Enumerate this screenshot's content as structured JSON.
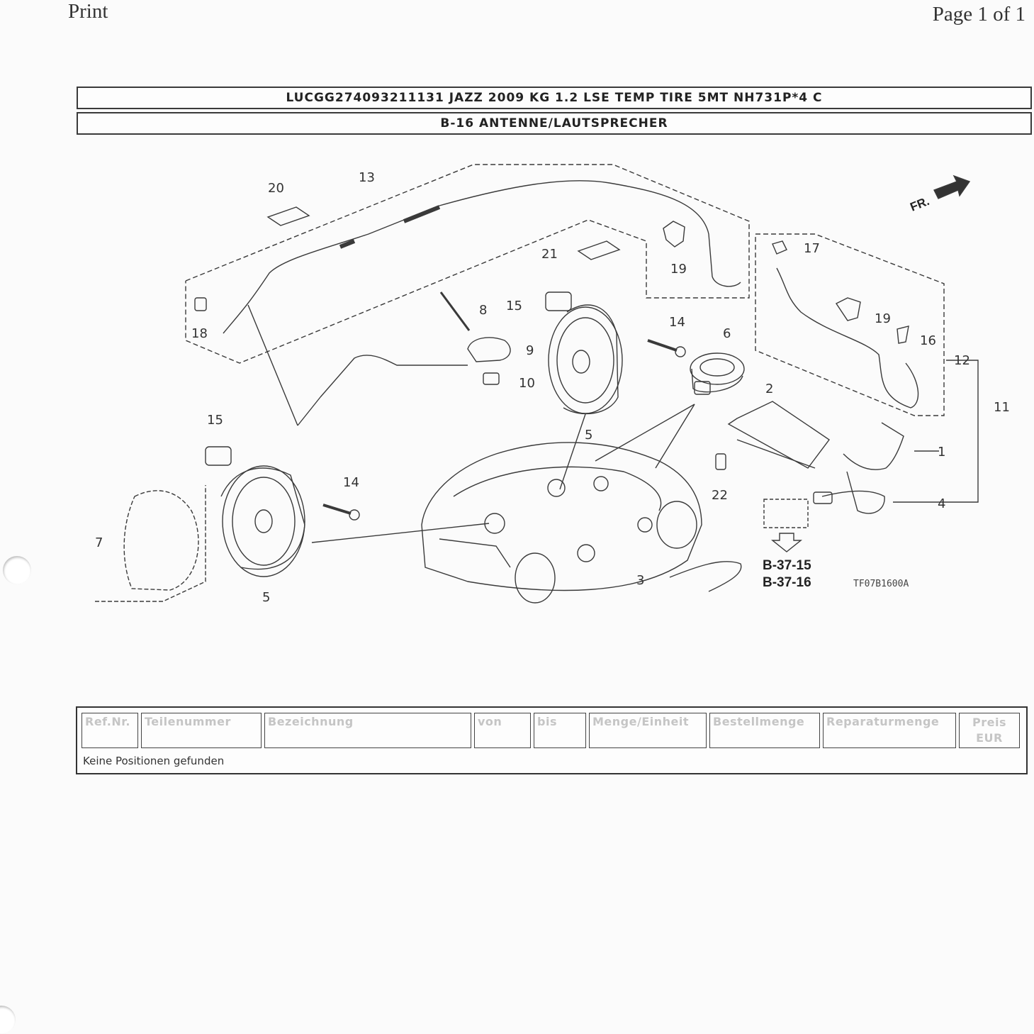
{
  "print_header": "Print",
  "page_header": "Page 1 of 1",
  "title_main": "LUCGG274093211131 JAZZ 2009 KG 1.2 LSE TEMP TIRE 5MT NH731P*4 C",
  "title_section": "B-16 ANTENNE/LAUTSPRECHER",
  "diagram": {
    "direction_label": "FR.",
    "ref_1": "B-37-15",
    "ref_2": "B-37-16",
    "drawing_code": "TF07B1600A",
    "callouts": [
      "1",
      "2",
      "3",
      "4",
      "5",
      "5",
      "6",
      "7",
      "8",
      "9",
      "10",
      "11",
      "12",
      "13",
      "14",
      "14",
      "15",
      "15",
      "16",
      "17",
      "18",
      "19",
      "19",
      "20",
      "21",
      "22"
    ]
  },
  "table": {
    "headers": [
      "Ref.Nr.",
      "Teilenummer",
      "Bezeichnung",
      "von",
      "bis",
      "Menge/Einheit",
      "Bestellmenge",
      "Reparaturmenge",
      "Preis EUR"
    ],
    "empty_message": "Keine Positionen gefunden"
  }
}
